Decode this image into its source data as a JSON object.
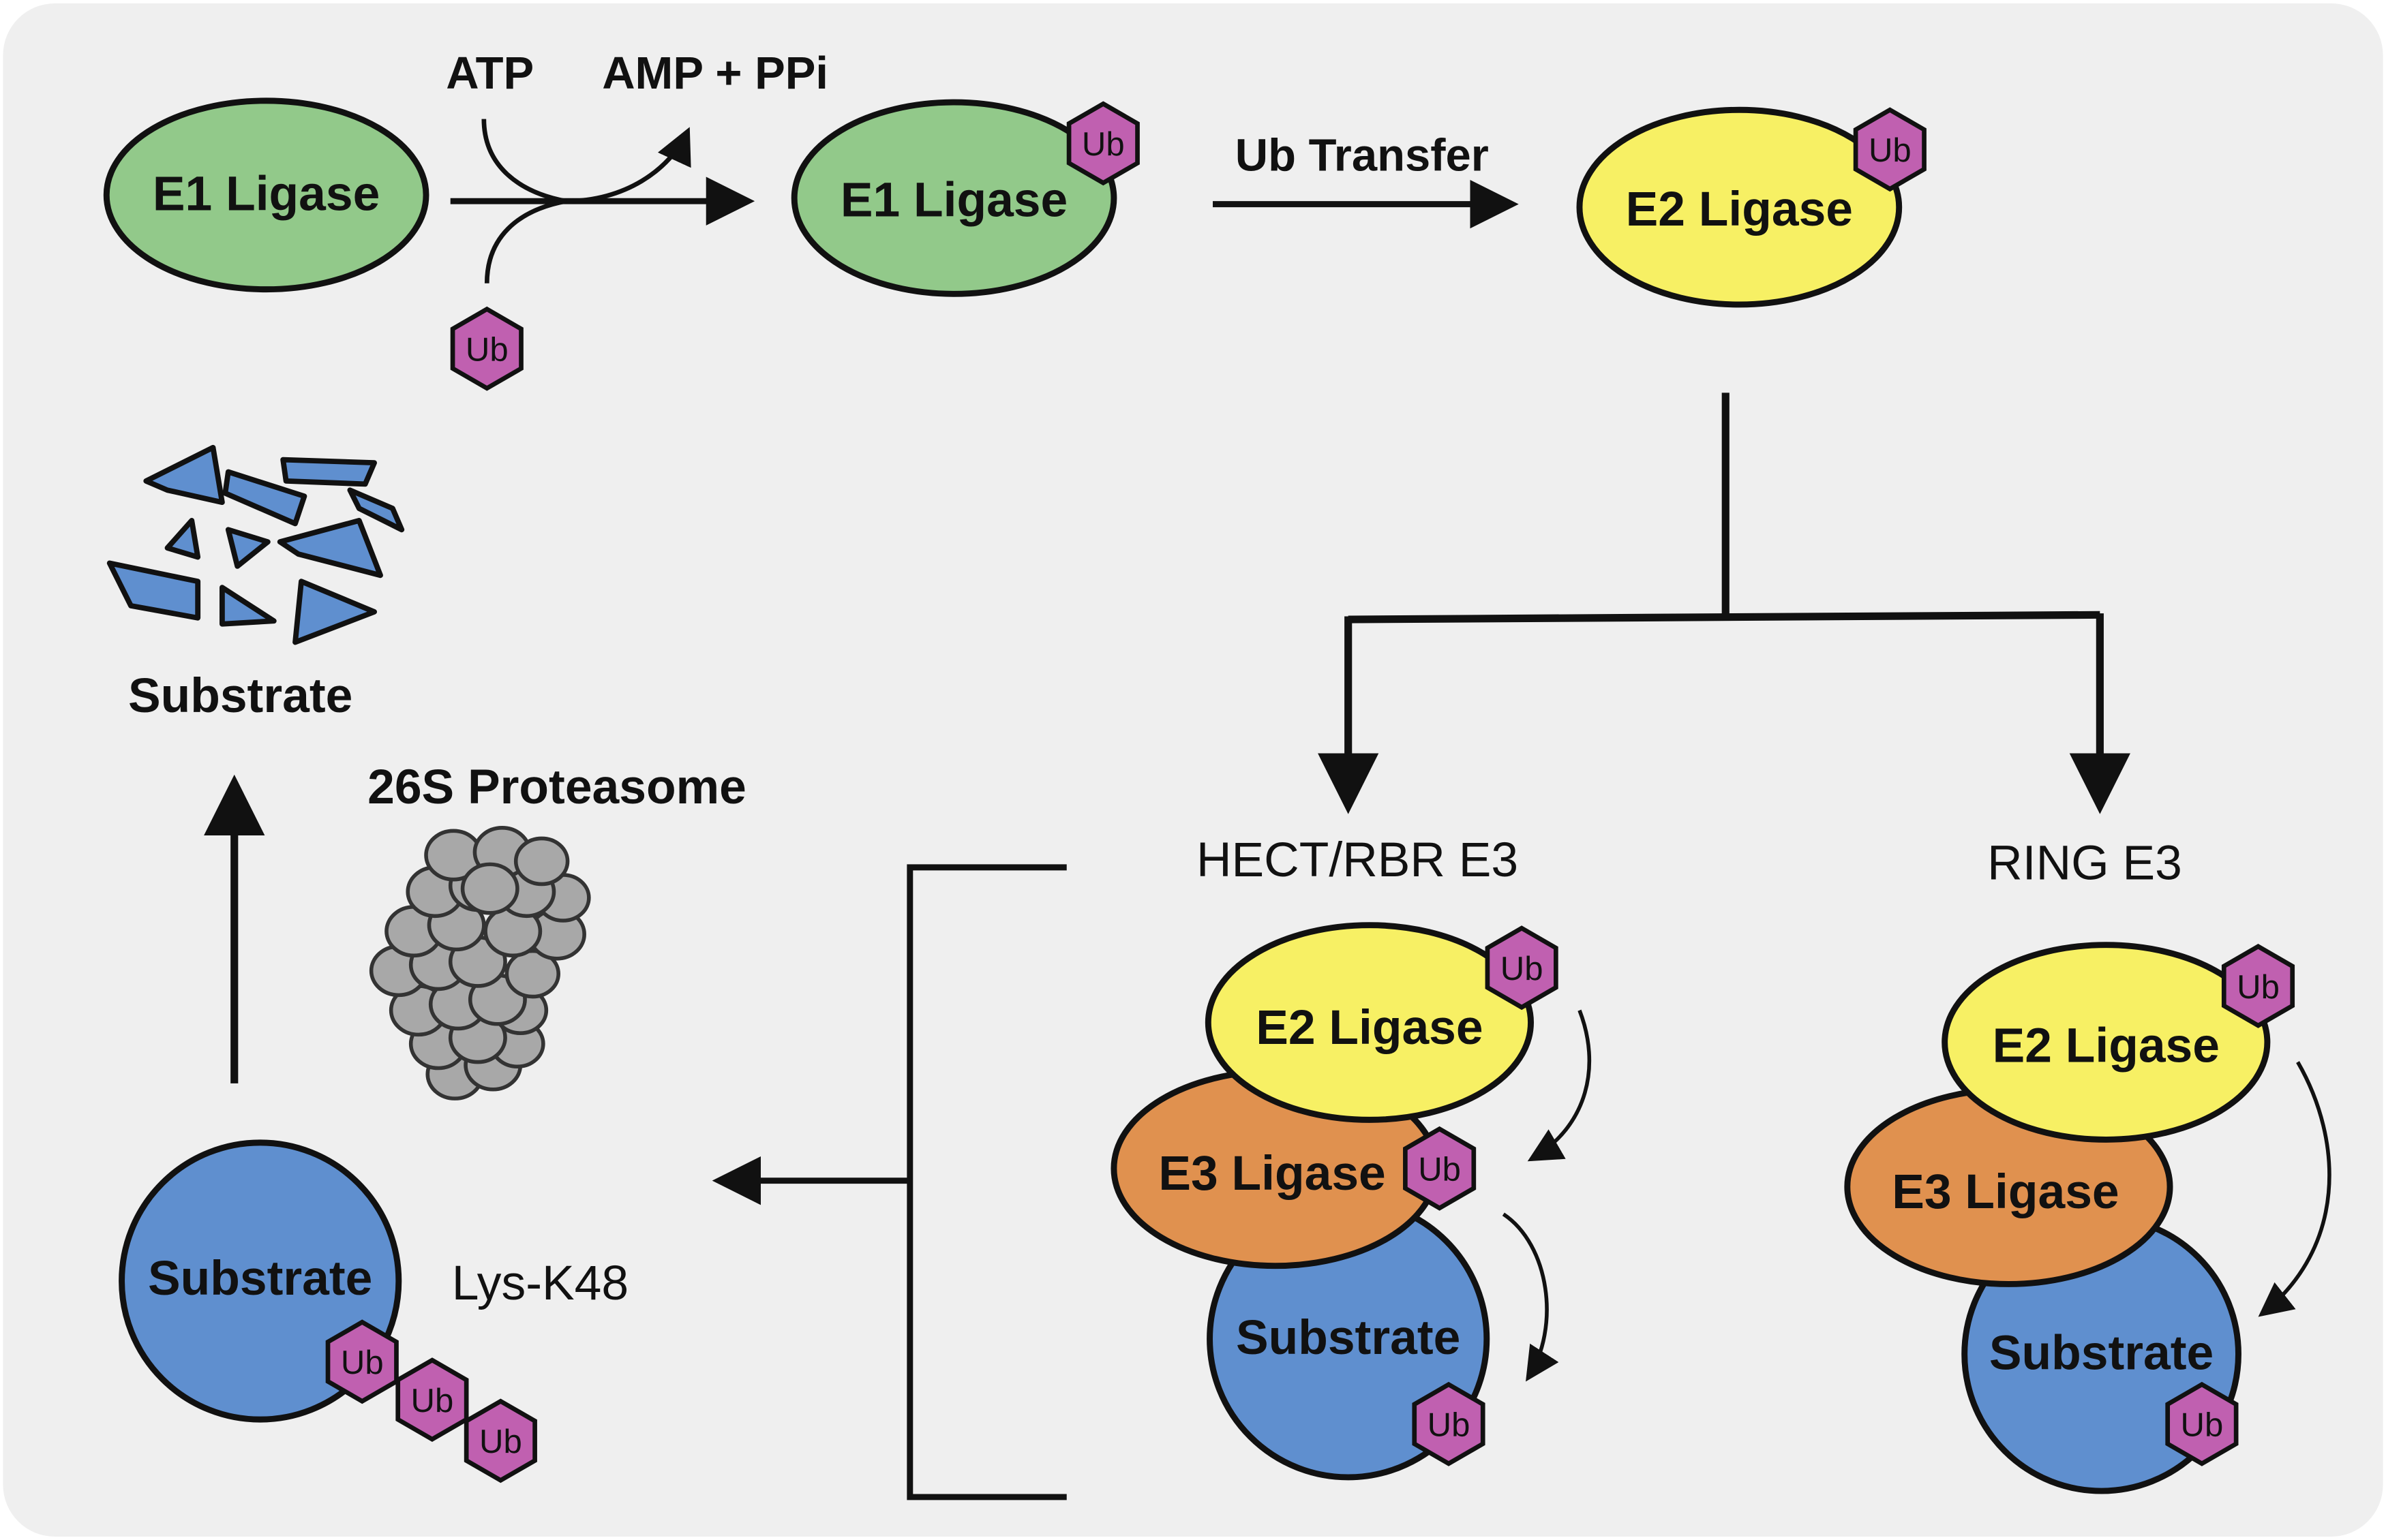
{
  "colors": {
    "background": "#efefef",
    "e1": "#92c98a",
    "e2": "#f7f064",
    "e3": "#e0914f",
    "substrate": "#5f8fcf",
    "ub": "#c060b0",
    "proteasome": "#a8a8a8",
    "line": "#111111"
  },
  "labels": {
    "atp": "ATP",
    "amp_ppi": "AMP + PPi",
    "e1": "E1 Ligase",
    "e2": "E2 Ligase",
    "e3": "E3 Ligase",
    "ub_transfer": "Ub Transfer",
    "substrate": "Substrate",
    "proteasome": "26S Proteasome",
    "hect_rbr": "HECT/RBR E3",
    "ring": "RING E3",
    "lys_k48": "Lys-K48",
    "ub": "Ub"
  },
  "icons": {
    "ubiquitin": "ub-hexagon-icon",
    "proteasome": "proteasome-cluster-icon",
    "fragments": "substrate-fragments-icon"
  }
}
